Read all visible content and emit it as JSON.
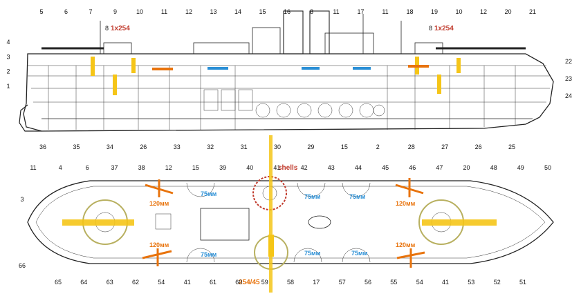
{
  "side_view": {
    "top_numbers": [
      "5",
      "6",
      "7",
      "9",
      "10",
      "11",
      "12",
      "13",
      "14",
      "15",
      "16",
      "8",
      "11",
      "17",
      "11",
      "18",
      "19",
      "10",
      "12",
      "20",
      "21"
    ],
    "left_numbers": [
      "4",
      "3",
      "2",
      "1"
    ],
    "right_numbers": [
      "22",
      "23",
      "24"
    ],
    "bottom_numbers": [
      "36",
      "35",
      "34",
      "26",
      "33",
      "32",
      "31",
      "30",
      "29",
      "15",
      "2",
      "28",
      "27",
      "26",
      "25"
    ],
    "gun_left_label": "1x254",
    "gun_left_num": "8",
    "gun_right_label": "1x254",
    "gun_right_num": "8"
  },
  "plan_view": {
    "top_numbers": [
      "11",
      "4",
      "6",
      "37",
      "38",
      "12",
      "15",
      "39",
      "40",
      "41",
      "42",
      "43",
      "44",
      "45",
      "46",
      "47",
      "20",
      "48",
      "49",
      "50"
    ],
    "left_numbers": [
      "3",
      "66"
    ],
    "bottom_numbers": [
      "65",
      "64",
      "63",
      "62",
      "54",
      "41",
      "61",
      "60",
      "59",
      "58",
      "17",
      "57",
      "56",
      "55",
      "54",
      "41",
      "53",
      "52",
      "51"
    ],
    "shells_label": "shells",
    "main_caliber": "254/45",
    "secondary_caliber": "120мм",
    "light_caliber": "75мм"
  },
  "colors": {
    "yellow": "#f5c518",
    "orange": "#e8730c",
    "blue": "#2a8fd6",
    "red": "#c0392b"
  }
}
